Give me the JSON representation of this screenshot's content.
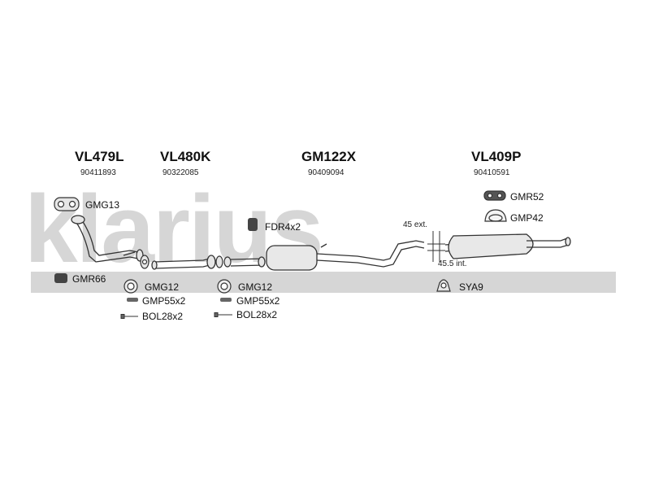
{
  "watermark": {
    "text": "klarius"
  },
  "sections": [
    {
      "code": "VL479L",
      "ref": "90411893"
    },
    {
      "code": "VL480K",
      "ref": "90322085"
    },
    {
      "code": "GM122X",
      "ref": "90409094"
    },
    {
      "code": "VL409P",
      "ref": "90410591"
    }
  ],
  "parts": {
    "gmg13": "GMG13",
    "gmr66": "GMR66",
    "fdr4x2": "FDR4x2",
    "gmr52": "GMR52",
    "gmp42": "GMP42",
    "sya9": "SYA9",
    "group_a": {
      "gmg12": "GMG12",
      "gmp55x2": "GMP55x2",
      "bol28x2": "BOL28x2"
    },
    "group_b": {
      "gmg12": "GMG12",
      "gmp55x2": "GMP55x2",
      "bol28x2": "BOL28x2"
    }
  },
  "notes": {
    "ext": "45 ext.",
    "int": "45.5 int."
  },
  "colors": {
    "line": "#333333",
    "watermark": "#d6d6d6",
    "part_fill": "#e8e8e8",
    "dark_part": "#444444"
  }
}
